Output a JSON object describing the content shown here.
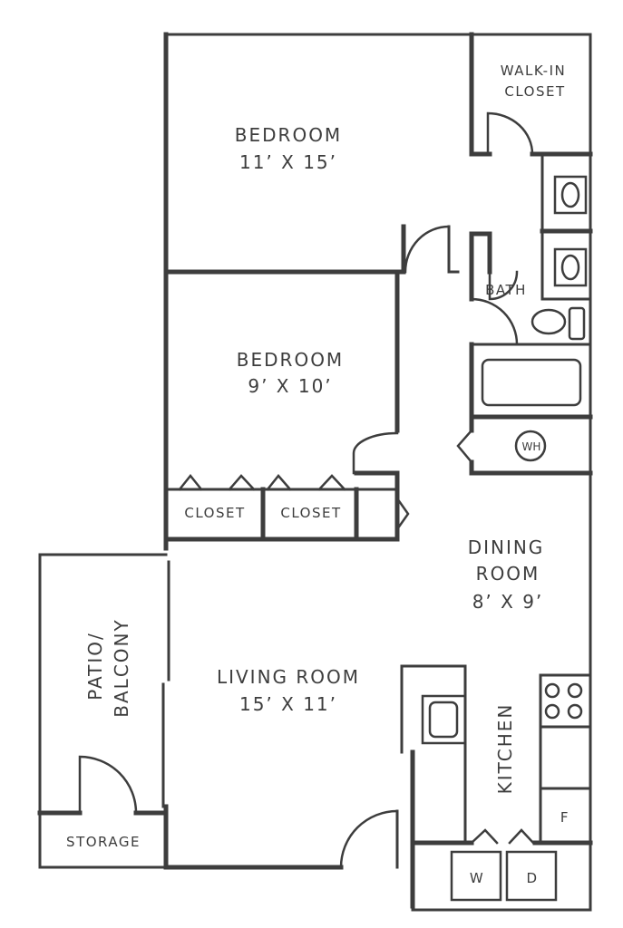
{
  "rooms": {
    "bedroom1": {
      "name": "BEDROOM",
      "size": "11’ X 15’"
    },
    "bedroom2": {
      "name": "BEDROOM",
      "size": "9’ X 10’"
    },
    "walk_in_closet": {
      "line1": "WALK-IN",
      "line2": "CLOSET"
    },
    "bath": "BATH",
    "water_heater": "WH",
    "closet1": "CLOSET",
    "closet2": "CLOSET",
    "dining": {
      "line1": "DINING",
      "line2": "ROOM",
      "size": "8’ X 9’"
    },
    "living": {
      "name": "LIVING ROOM",
      "size": "15’ X 11’"
    },
    "patio": {
      "line1": "PATIO/",
      "line2": "BALCONY"
    },
    "storage": "STORAGE",
    "kitchen": "KITCHEN",
    "fridge": "F",
    "washer": "W",
    "dryer": "D"
  },
  "colors": {
    "wall": "#3d3d3d"
  }
}
